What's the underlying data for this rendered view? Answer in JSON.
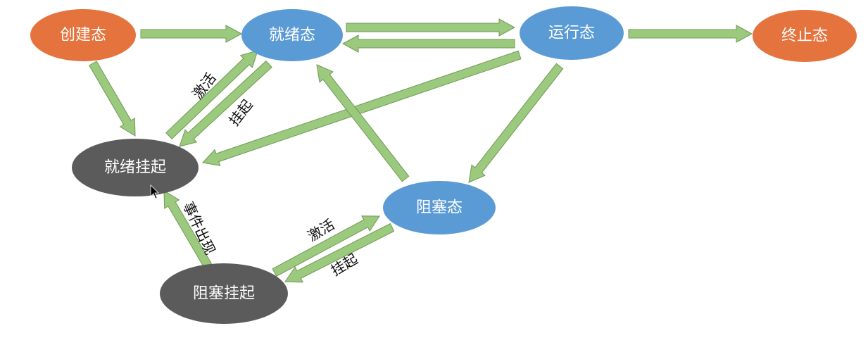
{
  "colors": {
    "arrow_fill": "#9bc97d",
    "arrow_stroke": "#6f9a55",
    "state_start_end": "#e5733d",
    "state_active": "#5b9bd5",
    "state_suspended": "#5b5b5b",
    "cursor": "#000000"
  },
  "nodes": {
    "create": {
      "label": "创建态",
      "kind": "start_end"
    },
    "ready": {
      "label": "就绪态",
      "kind": "active"
    },
    "running": {
      "label": "运行态",
      "kind": "active"
    },
    "terminated": {
      "label": "终止态",
      "kind": "start_end"
    },
    "ready_suspended": {
      "label": "就绪挂起",
      "kind": "suspended"
    },
    "blocked": {
      "label": "阻塞态",
      "kind": "active"
    },
    "blocked_suspended": {
      "label": "阻塞挂起",
      "kind": "suspended"
    }
  },
  "edges": {
    "create_to_ready": {
      "from": "create",
      "to": "ready",
      "label": ""
    },
    "ready_to_running": {
      "from": "ready",
      "to": "running",
      "label": ""
    },
    "running_to_ready": {
      "from": "running",
      "to": "ready",
      "label": ""
    },
    "running_to_terminated": {
      "from": "running",
      "to": "terminated",
      "label": ""
    },
    "create_to_ready_suspended": {
      "from": "create",
      "to": "ready_suspended",
      "label": ""
    },
    "ready_suspended_to_ready": {
      "from": "ready_suspended",
      "to": "ready",
      "label": "激活"
    },
    "ready_to_ready_suspended": {
      "from": "ready",
      "to": "ready_suspended",
      "label": "挂起"
    },
    "running_to_ready_suspended": {
      "from": "running",
      "to": "ready_suspended",
      "label": ""
    },
    "running_to_blocked": {
      "from": "running",
      "to": "blocked",
      "label": ""
    },
    "blocked_to_ready": {
      "from": "blocked",
      "to": "ready",
      "label": ""
    },
    "blocked_suspended_to_ready_suspended": {
      "from": "blocked_suspended",
      "to": "ready_suspended",
      "label": "事件出现"
    },
    "blocked_suspended_to_blocked": {
      "from": "blocked_suspended",
      "to": "blocked",
      "label": "激活"
    },
    "blocked_to_blocked_suspended": {
      "from": "blocked",
      "to": "blocked_suspended",
      "label": "挂起"
    }
  }
}
